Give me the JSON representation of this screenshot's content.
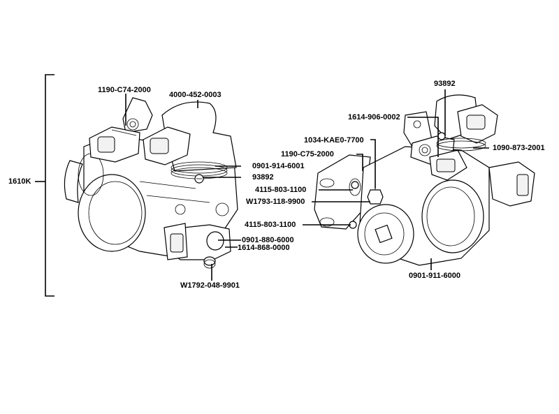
{
  "assembly": {
    "label": "1610K"
  },
  "left_view": {
    "callouts": [
      {
        "id": "l1",
        "text": "1190-C74-2000"
      },
      {
        "id": "l2",
        "text": "4000-452-0003"
      },
      {
        "id": "l3",
        "text": "0901-914-6001"
      },
      {
        "id": "l4",
        "text": "93892"
      },
      {
        "id": "l5",
        "text": "0901-880-6000"
      },
      {
        "id": "l6",
        "text": "1614-868-0000"
      },
      {
        "id": "l7",
        "text": "W1792-048-9901"
      }
    ]
  },
  "right_view": {
    "callouts": [
      {
        "id": "r1",
        "text": "93892"
      },
      {
        "id": "r2",
        "text": "1614-906-0002"
      },
      {
        "id": "r3",
        "text": "1034-KAE0-7700"
      },
      {
        "id": "r4",
        "text": "1190-C75-2000"
      },
      {
        "id": "r5",
        "text": "1090-873-2001"
      },
      {
        "id": "r6",
        "text": "4115-803-1100"
      },
      {
        "id": "r7",
        "text": "W1793-118-9900"
      },
      {
        "id": "r8",
        "text": "4115-803-1100"
      },
      {
        "id": "r9",
        "text": "0901-911-6000"
      }
    ]
  }
}
